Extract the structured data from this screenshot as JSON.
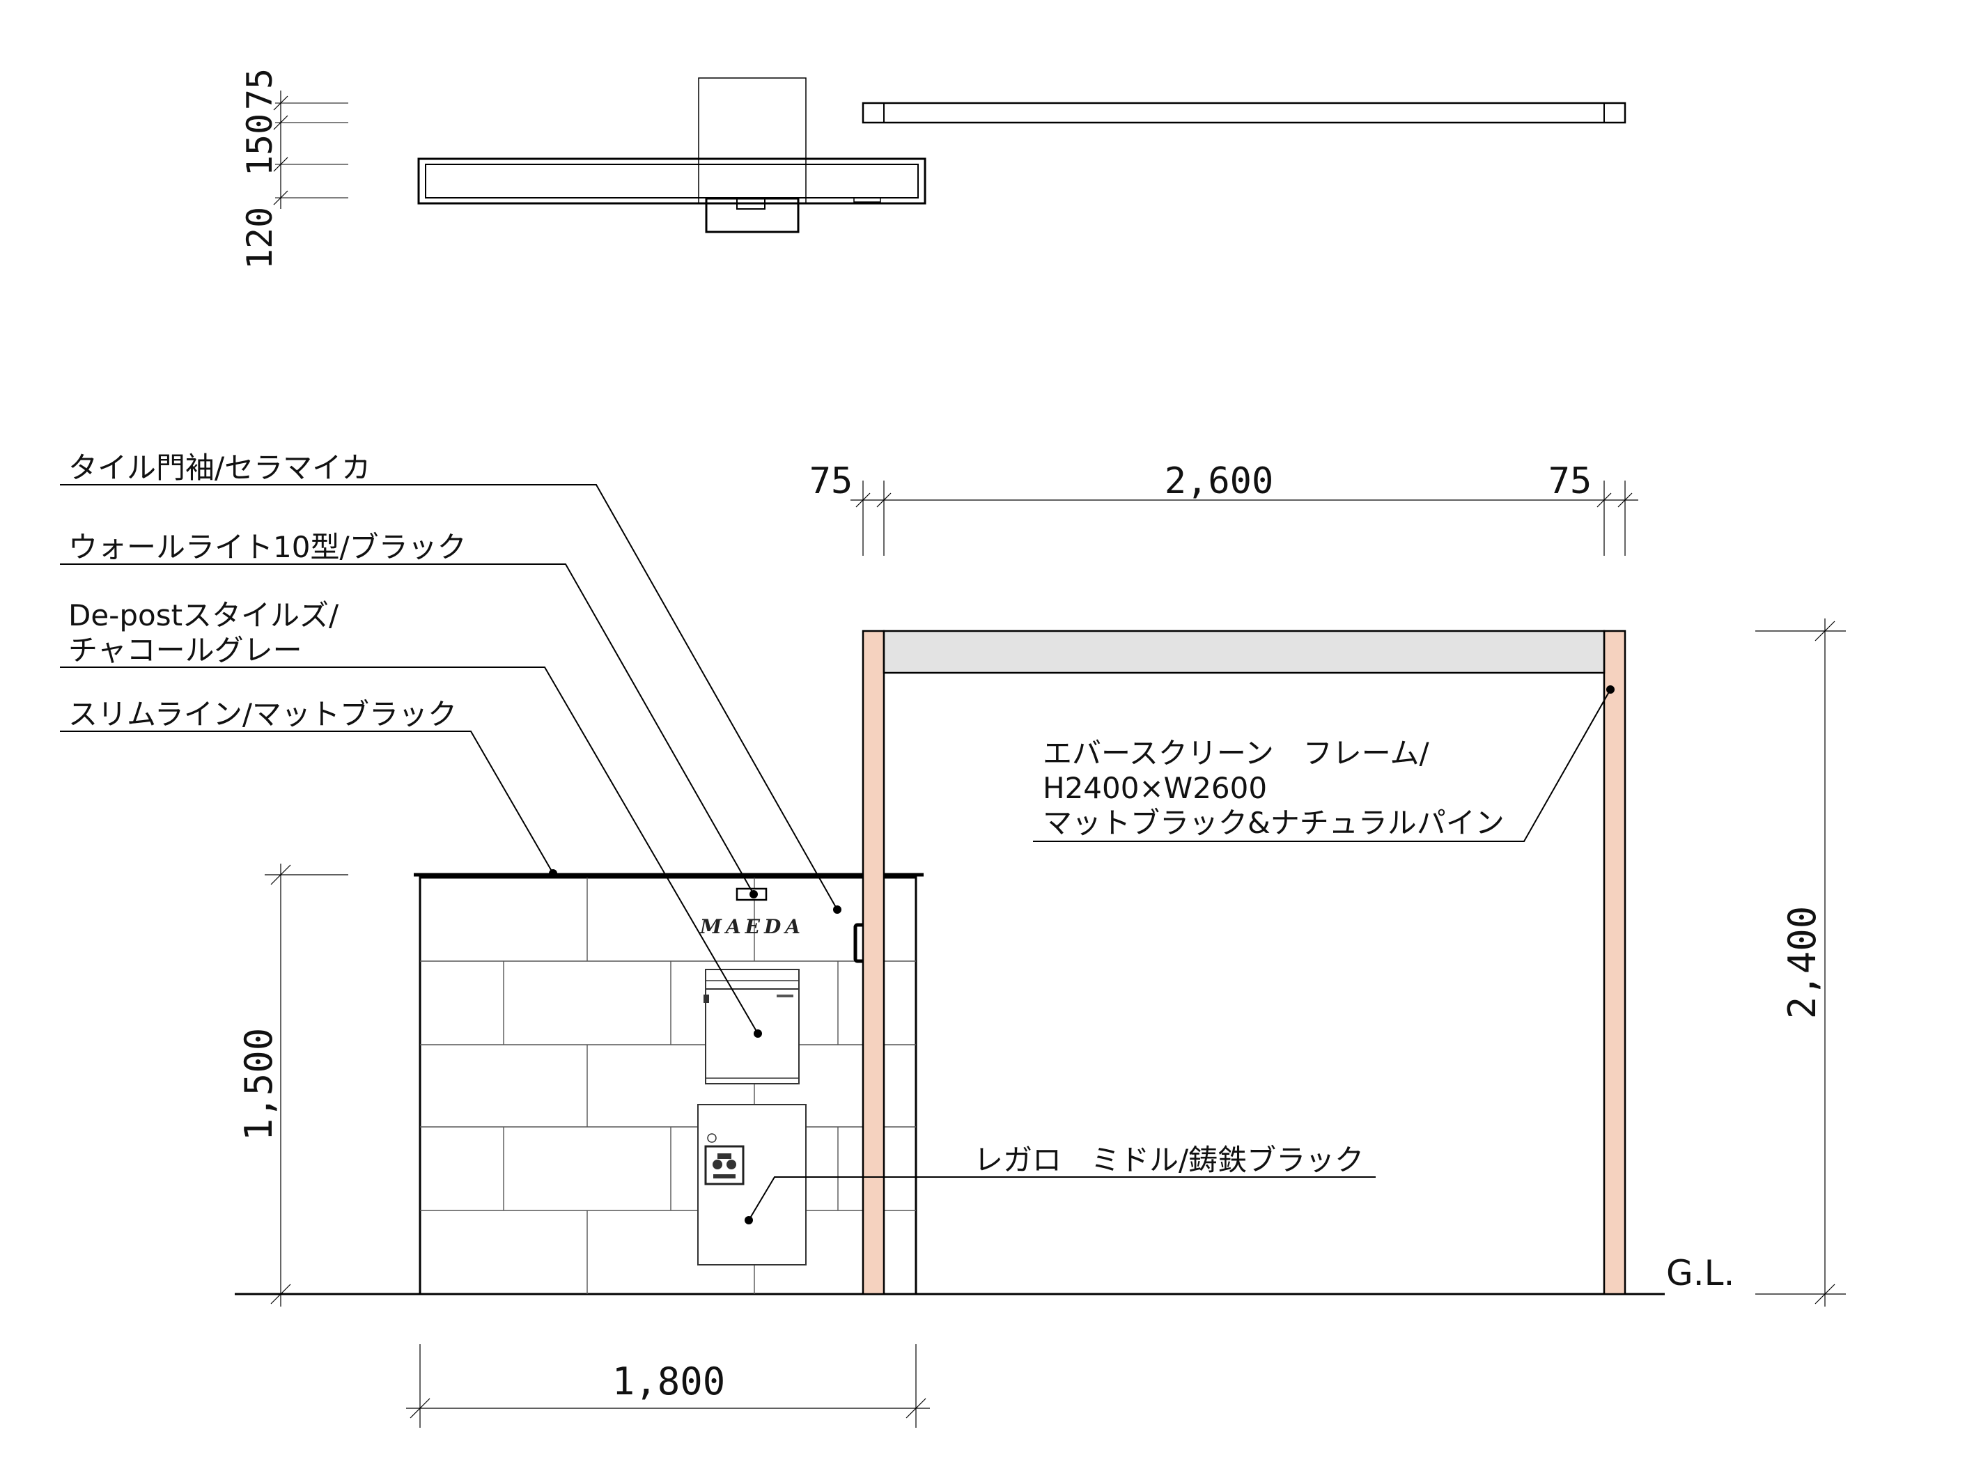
{
  "plan_dims": {
    "d1": "75",
    "d2": "150",
    "d3": "120"
  },
  "elevation_dims": {
    "top_left": "75",
    "top_center": "2,600",
    "top_right": "75",
    "height_right": "2,400",
    "height_left": "1,500",
    "width_bottom": "1,800"
  },
  "gl_label": "G.L.",
  "nameplate": "MAEDA",
  "callouts": {
    "tile": "タイル門袖/セラマイカ",
    "wall_light": "ウォールライト10型/ブラック",
    "post_line1": "De-postスタイルズ/",
    "post_line2": "チャコールグレー",
    "slimline": "スリムライン/マットブラック",
    "screen_line1": "エバースクリーン　フレーム/",
    "screen_line2": "H2400×W2600",
    "screen_line3": "マットブラック&ナチュラルパイン",
    "legaro": "レガロ　ミドル/鋳鉄ブラック"
  },
  "colors": {
    "pine": "#f5d2bf",
    "beam": "#e3e3e3",
    "line": "#000000"
  }
}
